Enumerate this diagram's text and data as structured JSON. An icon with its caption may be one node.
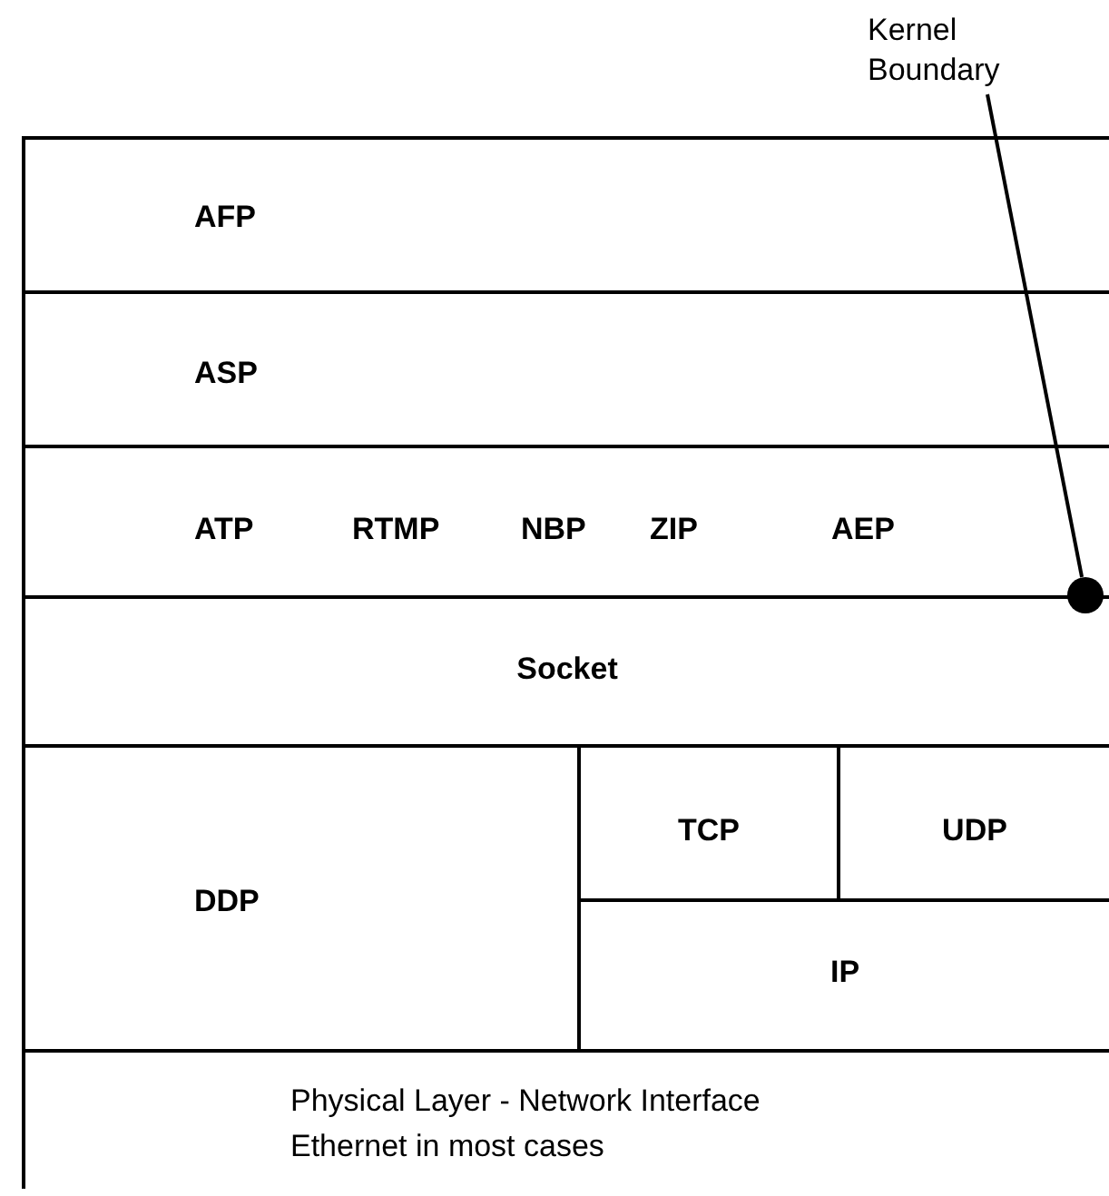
{
  "diagram": {
    "nodes": [
      {
        "text": [
          "Kernel Boundary"
        ]
      },
      {
        "text": [
          "AFP"
        ]
      },
      {
        "text": [
          "ASP"
        ]
      },
      {
        "text": [
          "ATP",
          "RTMP",
          "NBP",
          "ZIP",
          "AEP"
        ]
      },
      {
        "text": [
          "Socket"
        ]
      },
      {
        "text": [
          "DDP"
        ]
      },
      {
        "text": [
          "TCP"
        ]
      },
      {
        "text": [
          "UDP"
        ]
      },
      {
        "text": [
          "IP"
        ]
      },
      {
        "text": [
          "Physical Layer - Network Interface",
          "Ethernet in most cases"
        ]
      },
      {
        "text": [],
        "shape": "circle"
      }
    ],
    "edges": [
      {
        "from": 0,
        "to": 10,
        "arrow": "none"
      }
    ]
  }
}
